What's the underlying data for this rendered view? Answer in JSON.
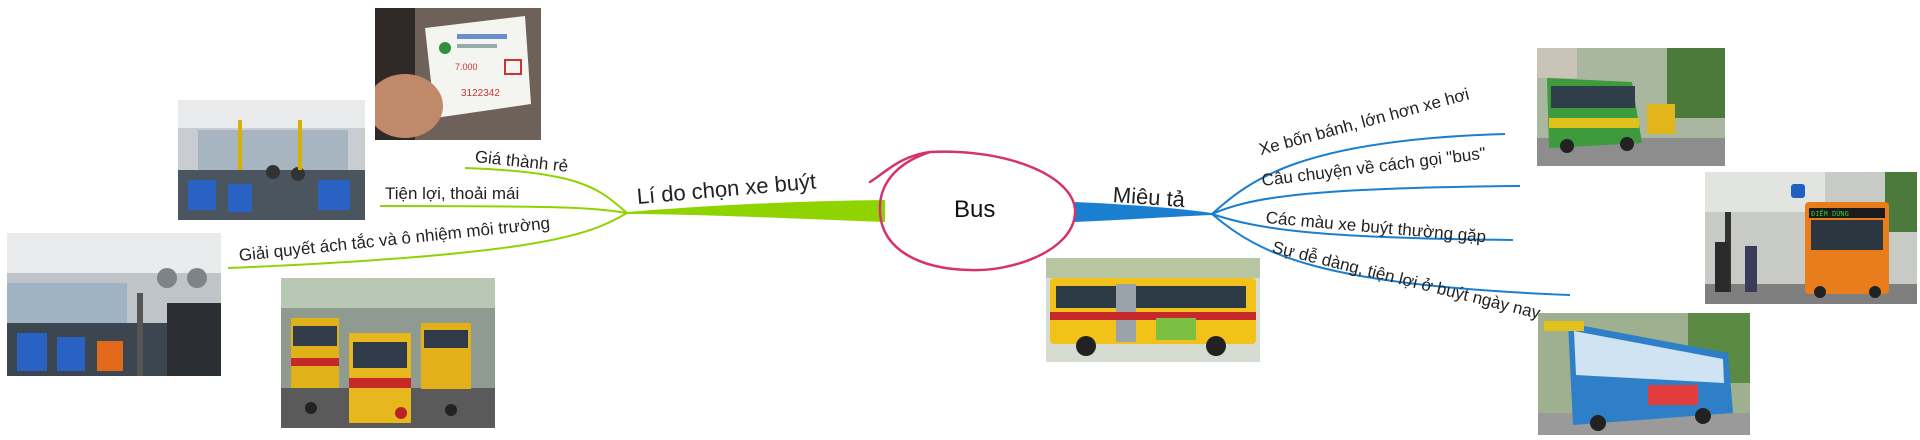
{
  "center": {
    "label": "Bus"
  },
  "left_branch": {
    "label": "Lí do chọn xe buýt",
    "color": "#8fd400",
    "items": [
      {
        "label": "Giá thành rẻ"
      },
      {
        "label": "Tiện lợi, thoải mái"
      },
      {
        "label": "Giải quyết ách tắc và ô nhiệm môi trường"
      }
    ]
  },
  "right_branch": {
    "label": "Miêu tả",
    "color": "#1a7fcf",
    "items": [
      {
        "label": "Xe bốn bánh, lớn hơn xe hơi"
      },
      {
        "label": "Câu chuyện về cách gọi \"bus\""
      },
      {
        "label": "Các màu xe buýt thường gặp"
      },
      {
        "label": "Sự dễ dàng, tiện lợi ở buýt ngày nay"
      }
    ]
  },
  "colors": {
    "center_ellipse": "#d6336c",
    "text": "#222222"
  },
  "images": {
    "ticket": {
      "icon": "bus-ticket-photo",
      "printed_number": "3122342",
      "printed_price": "7.000"
    },
    "interior_top": {
      "icon": "bus-interior-photo"
    },
    "interior_bottom": {
      "icon": "bus-interior-photo"
    },
    "traffic": {
      "icon": "traffic-buses-photo"
    },
    "yellow_bus": {
      "icon": "yellow-bus-photo"
    },
    "green_bus": {
      "icon": "green-bus-photo"
    },
    "orange_bus": {
      "icon": "orange-bus-photo",
      "sign": "ĐIỂM DỪNG"
    },
    "blue_bus": {
      "icon": "blue-bus-photo"
    }
  }
}
